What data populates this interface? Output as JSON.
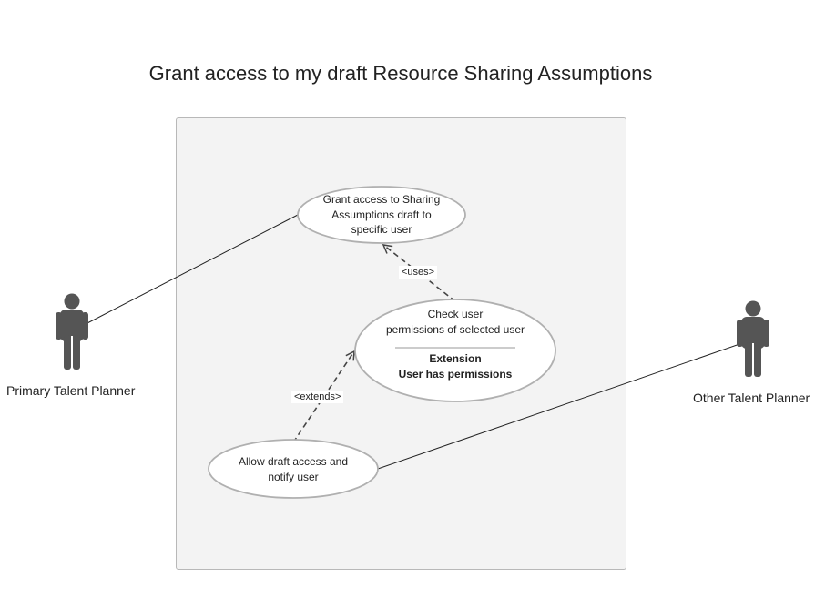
{
  "diagram": {
    "title": "Grant access to my draft Resource Sharing Assumptions",
    "actors": {
      "primary": "Primary Talent Planner",
      "other": "Other Talent Planner"
    },
    "use_cases": {
      "grant": [
        "Grant access to Sharing",
        "Assumptions draft to",
        "specific user"
      ],
      "check": [
        "Check user",
        "permissions of selected user"
      ],
      "check_extension": [
        "Extension",
        "User has permissions"
      ],
      "allow": [
        "Allow draft access and",
        "notify user"
      ]
    },
    "relations": {
      "uses": "<uses>",
      "extends": "<extends>"
    },
    "colors": {
      "actor": "#555555",
      "boundary_fill": "#f3f3f3",
      "boundary_stroke": "#b8b8b8",
      "ellipse_stroke": "#b0b0b0",
      "line": "#222222",
      "dashed": "#444444"
    }
  }
}
